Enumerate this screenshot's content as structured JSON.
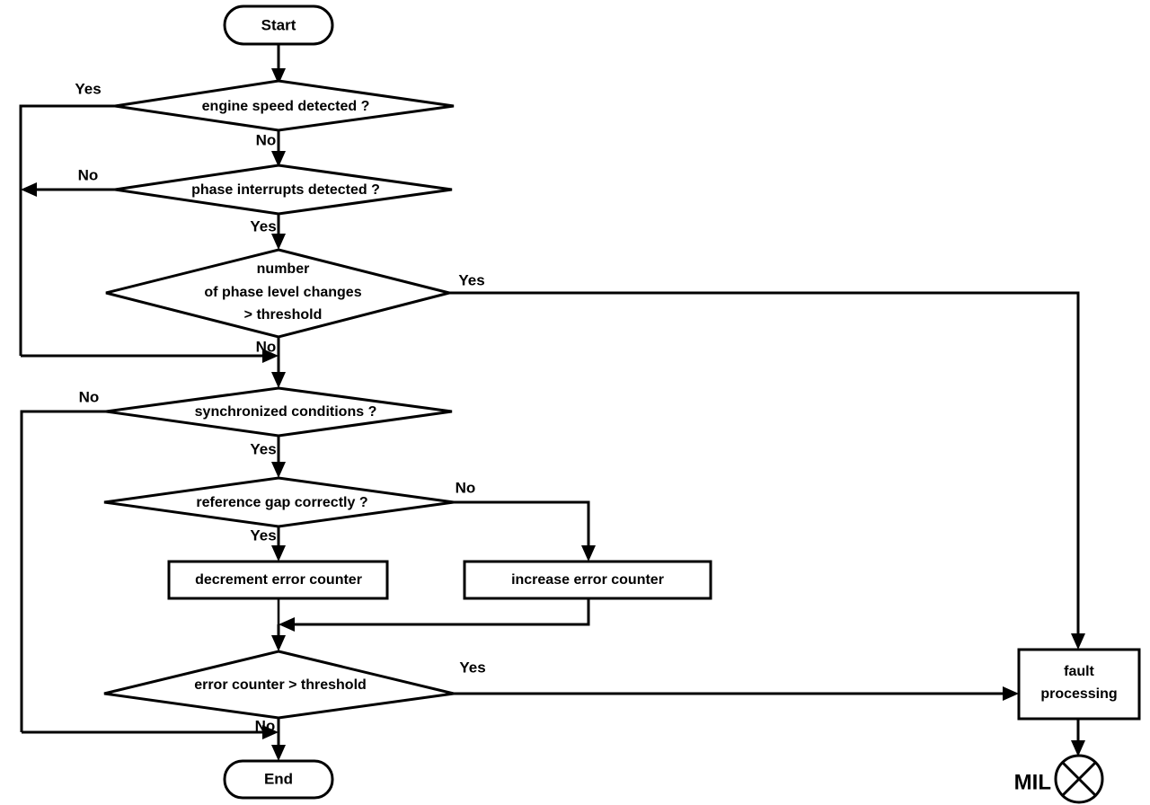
{
  "diagram": {
    "title": "engine speed / phase sensor plausibility diagnosis flowchart",
    "type": "flowchart",
    "stroke_color": "#000000",
    "fill_color": "#ffffff",
    "background": "#ffffff"
  },
  "nodes": {
    "start": {
      "label": "Start",
      "shape": "terminator"
    },
    "engine_speed": {
      "label": "engine speed detected ?",
      "shape": "decision"
    },
    "phase_interrupts": {
      "label": "phase interrupts detected ?",
      "shape": "decision"
    },
    "phase_level_changes": {
      "line1": "number",
      "line2": "of phase level changes",
      "line3": "> threshold",
      "shape": "decision"
    },
    "synchronized": {
      "label": "synchronized conditions ?",
      "shape": "decision"
    },
    "reference_gap": {
      "label": "reference gap correctly ?",
      "shape": "decision"
    },
    "decrement": {
      "label": "decrement error counter",
      "shape": "process"
    },
    "increase": {
      "label": "increase error counter",
      "shape": "process"
    },
    "error_counter": {
      "label": "error counter > threshold",
      "shape": "decision"
    },
    "end": {
      "label": "End",
      "shape": "terminator"
    },
    "fault_processing": {
      "line1": "fault",
      "line2": "processing",
      "shape": "process"
    },
    "mil": {
      "label": "MIL",
      "shape": "lamp-symbol"
    }
  },
  "edges": {
    "engine_speed_yes": "Yes",
    "engine_speed_no": "No",
    "phase_interrupts_no": "No",
    "phase_interrupts_yes": "Yes",
    "phase_level_yes": "Yes",
    "phase_level_no": "No",
    "synchronized_no": "No",
    "synchronized_yes": "Yes",
    "reference_gap_no": "No",
    "reference_gap_yes": "Yes",
    "error_counter_yes": "Yes",
    "error_counter_no": "No"
  }
}
